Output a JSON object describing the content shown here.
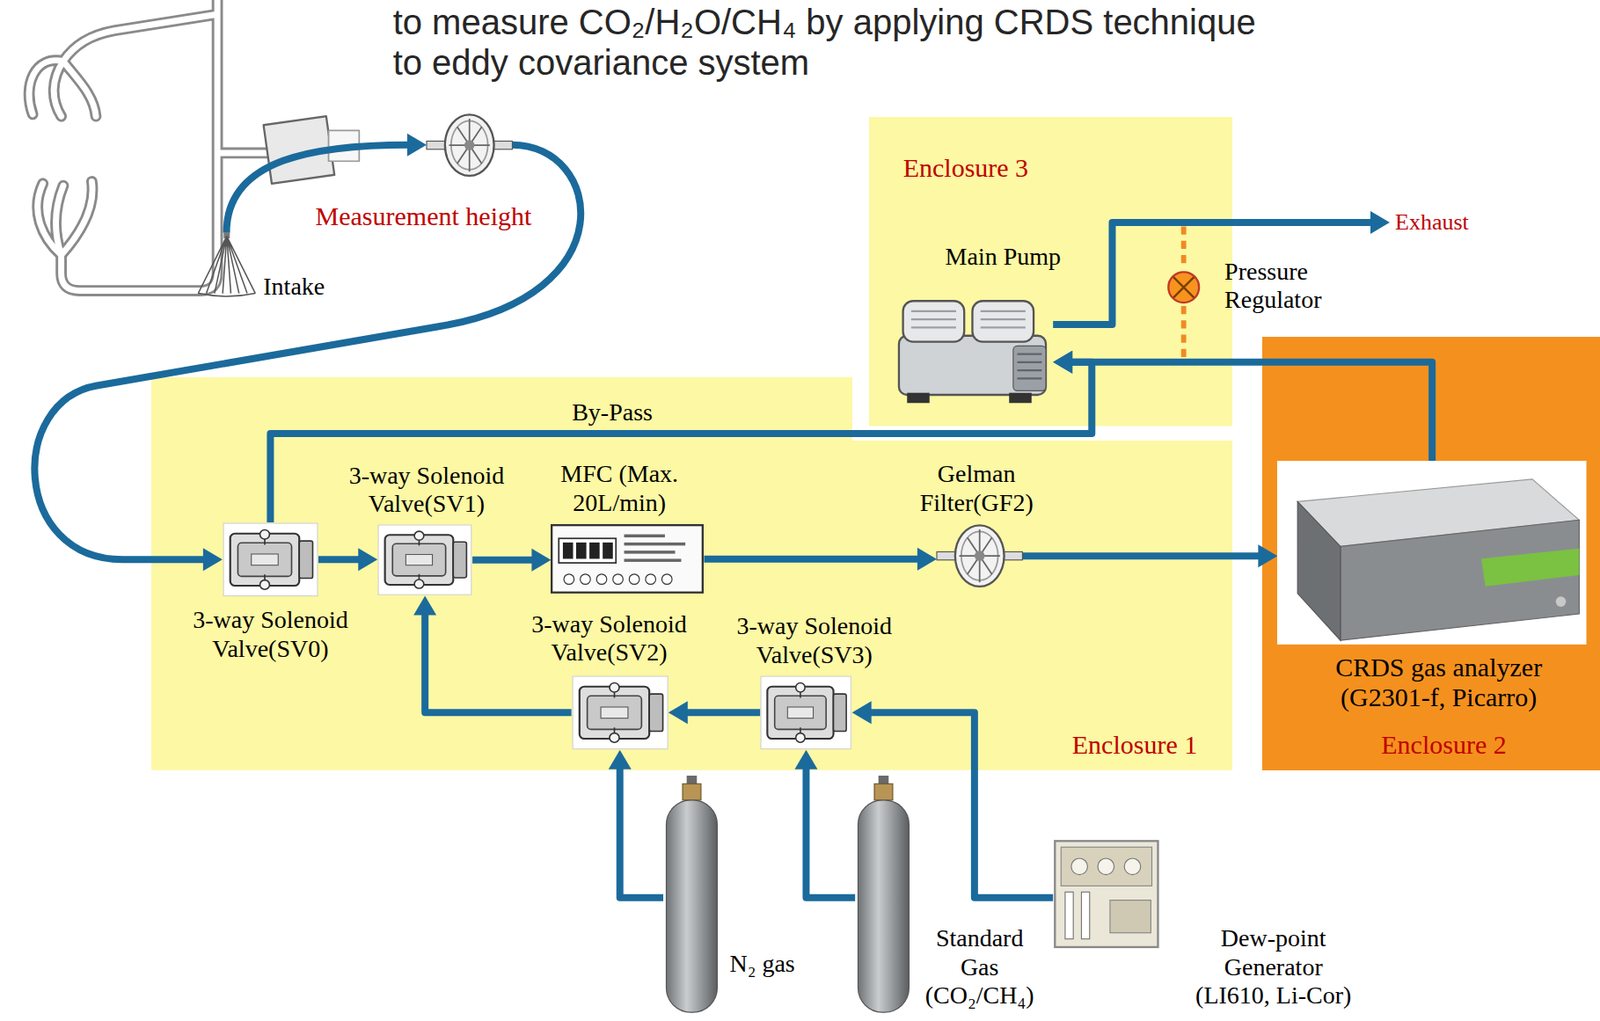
{
  "diagram": {
    "title": "to measure CO₂/H₂O/CH₄ by applying CRDS technique to eddy covariance system",
    "nodes": [
      {
        "text": [
          "Intake"
        ]
      },
      {
        "text": [
          "Measurement height"
        ]
      },
      {
        "text": [
          "Enclosure 3"
        ]
      },
      {
        "text": [
          "Main Pump"
        ],
        "in": 2
      },
      {
        "text": [
          "Pressure Regulator"
        ],
        "in": 2
      },
      {
        "text": [
          "Exhaust"
        ]
      },
      {
        "text": [
          "Enclosure 1"
        ]
      },
      {
        "text": [
          "3-way Solenoid Valve(SV0)"
        ],
        "in": 6
      },
      {
        "text": [
          "3-way Solenoid Valve(SV1)"
        ],
        "in": 6
      },
      {
        "text": [
          "MFC (Max. 20L/min)"
        ],
        "in": 6
      },
      {
        "text": [
          "Gelman Filter(GF2)"
        ],
        "in": 6
      },
      {
        "text": [
          "3-way Solenoid Valve(SV2)"
        ],
        "in": 6
      },
      {
        "text": [
          "3-way Solenoid Valve(SV3)"
        ],
        "in": 6
      },
      {
        "text": [
          "Enclosure 2"
        ]
      },
      {
        "text": [
          "CRDS gas analyzer (G2301-f, Picarro)"
        ],
        "in": 13
      },
      {
        "text": [
          "N₂ gas"
        ]
      },
      {
        "text": [
          "Standard Gas (CO₂/CH₄)"
        ]
      },
      {
        "text": [
          "Dew-point Generator (LI610, Li-Cor)"
        ]
      }
    ],
    "edges": [
      {
        "from": 0,
        "to": 1,
        "arrow": "to"
      },
      {
        "from": 1,
        "to": 7,
        "arrow": "to"
      },
      {
        "from": 7,
        "to": 8,
        "arrow": "to"
      },
      {
        "from": 8,
        "to": 9,
        "arrow": "to"
      },
      {
        "from": 9,
        "to": 10,
        "arrow": "to"
      },
      {
        "from": 10,
        "to": 14,
        "arrow": "to"
      },
      {
        "from": 14,
        "to": 3,
        "arrow": "to"
      },
      {
        "from": 7,
        "to": 3,
        "label": "By-Pass",
        "arrow": "to"
      },
      {
        "from": 3,
        "to": 5,
        "arrow": "to"
      },
      {
        "from": 11,
        "to": 8,
        "arrow": "to"
      },
      {
        "from": 12,
        "to": 11,
        "arrow": "to"
      },
      {
        "from": 15,
        "to": 11,
        "arrow": "to"
      },
      {
        "from": 16,
        "to": 12,
        "arrow": "to"
      },
      {
        "from": 17,
        "to": 12,
        "arrow": "to"
      }
    ]
  }
}
